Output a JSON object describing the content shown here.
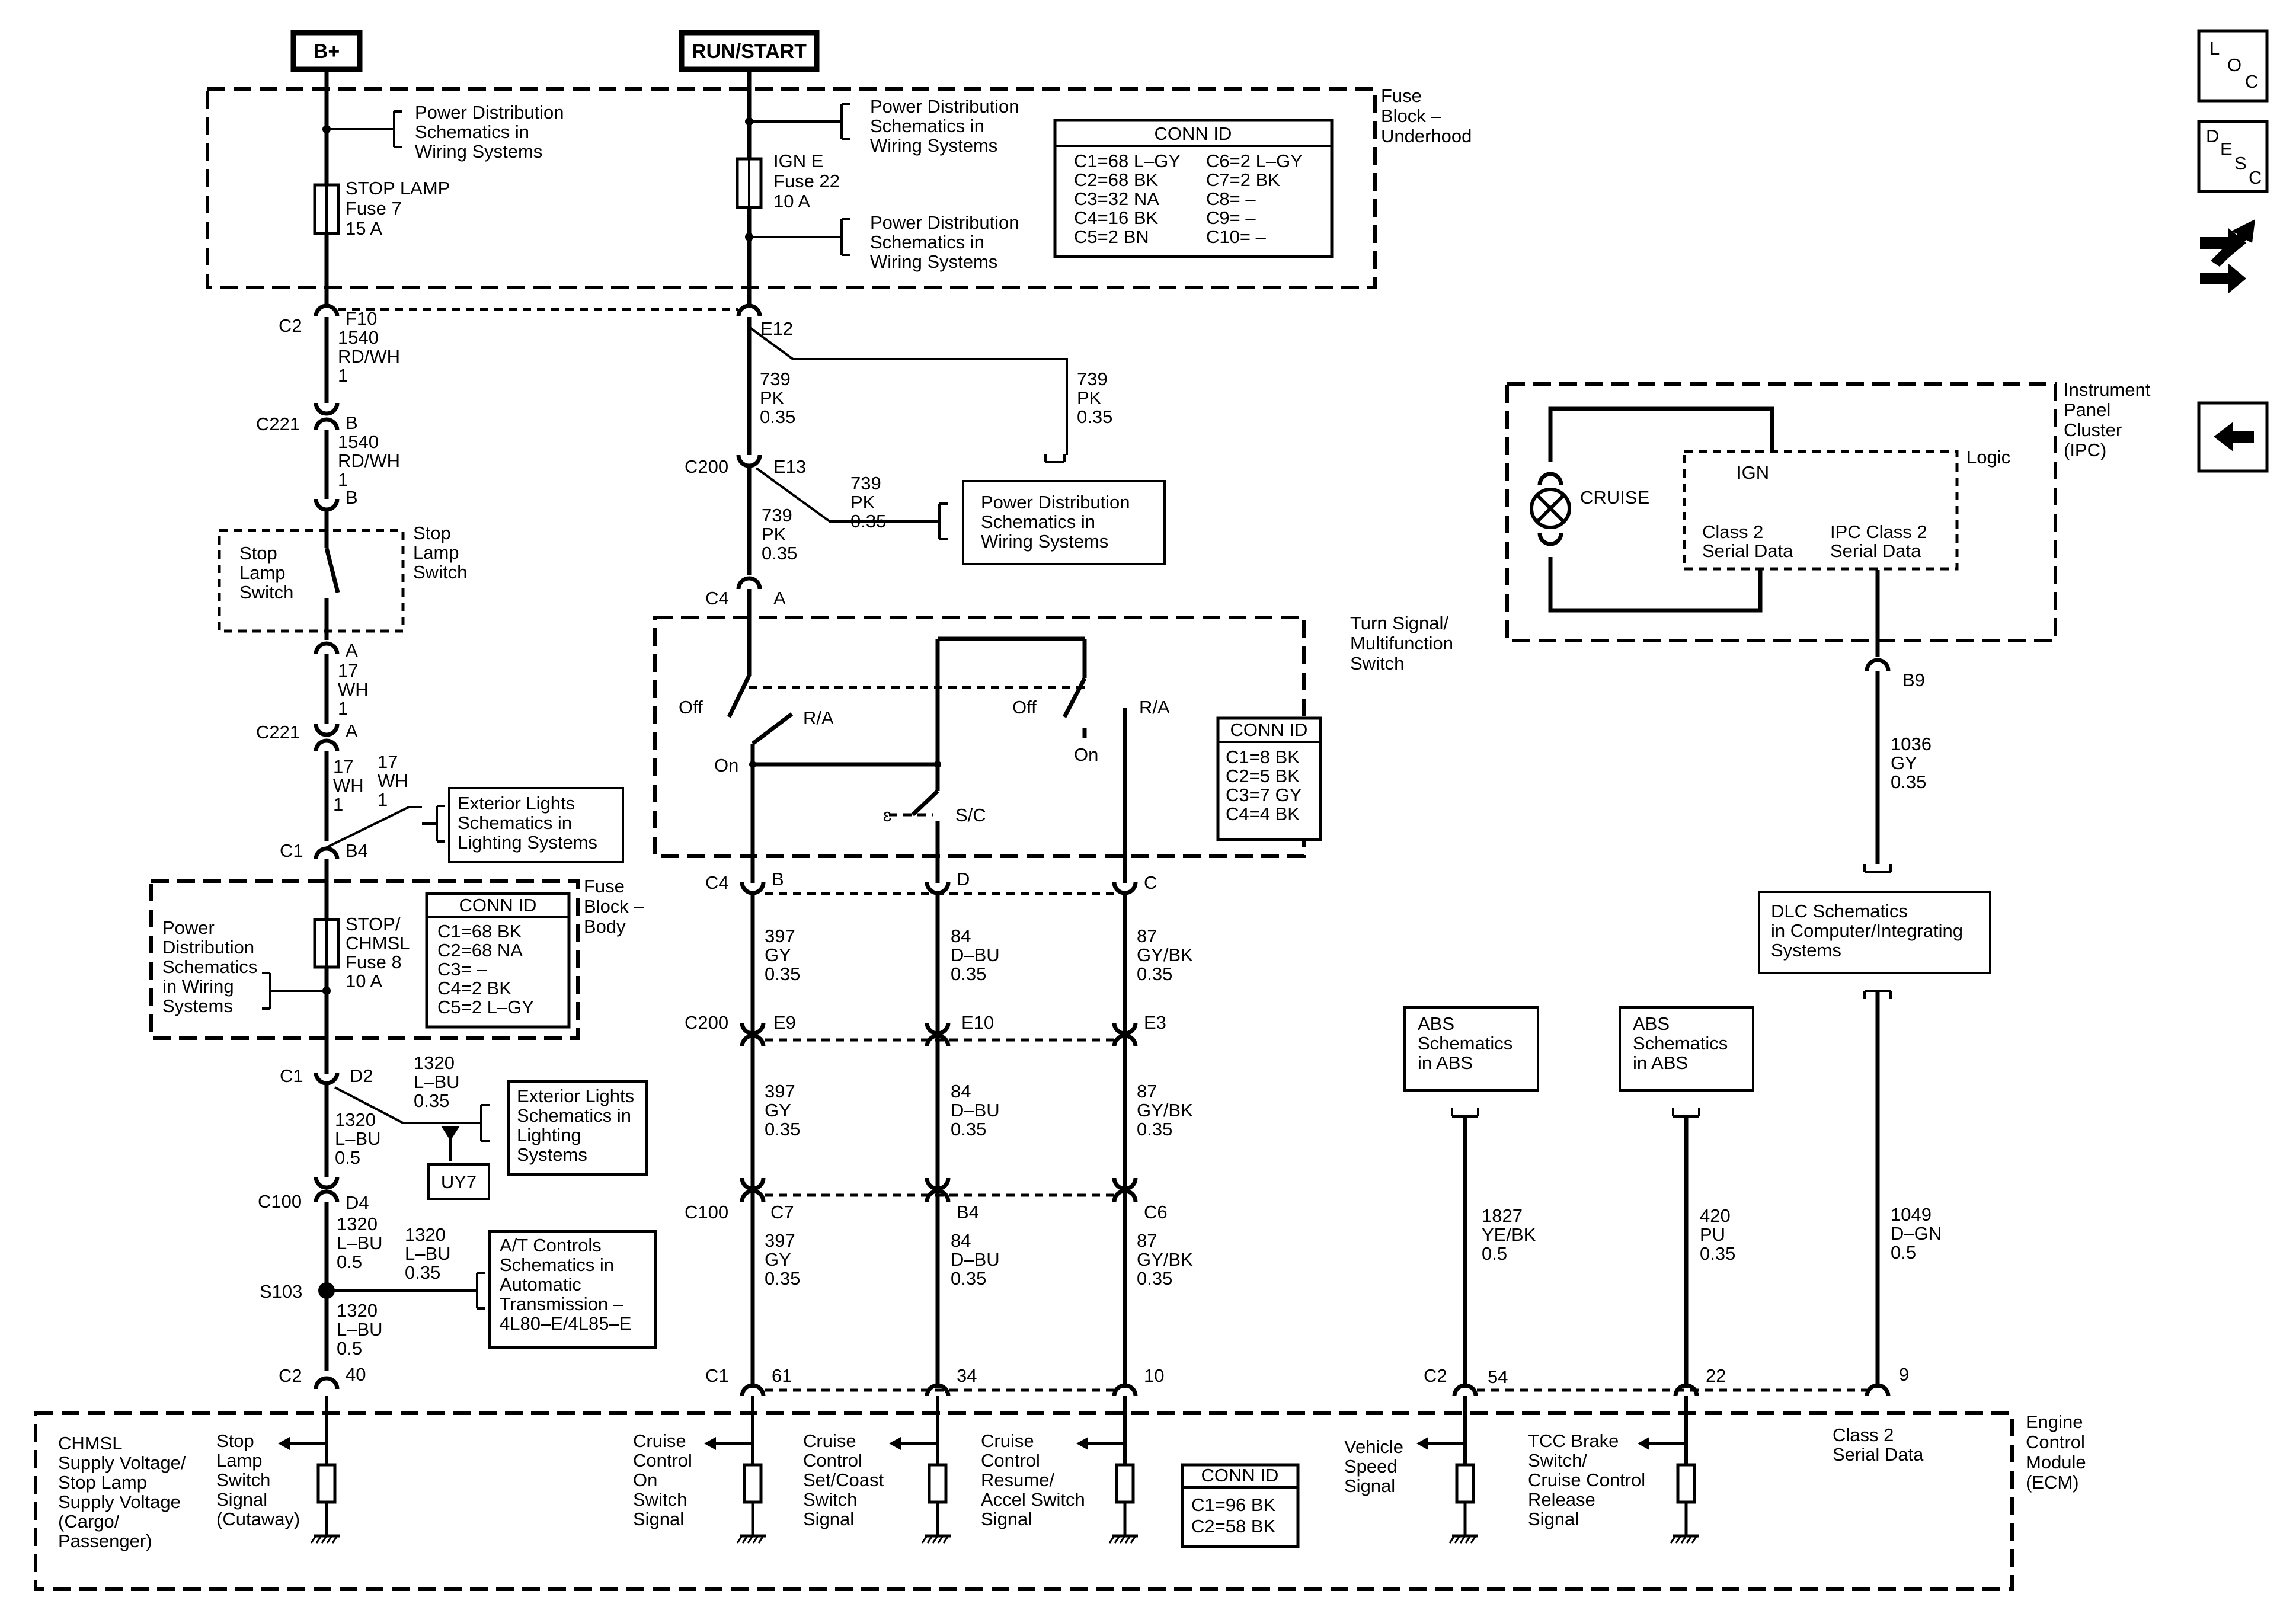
{
  "power_sources": {
    "battery": "B+",
    "ignition": "RUN/START"
  },
  "fuse_block_underhood": {
    "title_lines": [
      "Fuse",
      "Block –",
      "Underhood"
    ],
    "pd_ref_lines": [
      "Power Distribution",
      "Schematics in",
      "Wiring Systems"
    ],
    "pd_ref2_lines": [
      "Power Distribution",
      "Schematics in",
      "Wiring  Systems"
    ],
    "stop_fuse_lines": [
      "STOP LAMP",
      "Fuse 7",
      "15 A"
    ],
    "ign_fuse_lines": [
      "IGN E",
      "Fuse 22",
      "10 A"
    ],
    "conn_id": {
      "title": "CONN ID",
      "left": [
        "C1=68 L–GY",
        "C2=68 BK",
        "C3=32 NA",
        "C4=16 BK",
        "C5=2 BN"
      ],
      "right": [
        "C6=2 L–GY",
        "C7=2 BK",
        "C8= –",
        "C9= –",
        "C10= –"
      ]
    }
  },
  "stop_circuit": {
    "c2_top": "C2",
    "f10": "F10",
    "wire_1540": [
      "1540",
      "RD/WH",
      "1"
    ],
    "c221": "C221",
    "pin_b": "B",
    "wire_1540b": [
      "1540",
      "RD/WH",
      "1"
    ],
    "pin_b2": "B",
    "switch_box_lines": [
      "Stop",
      "Lamp",
      "Switch"
    ],
    "switch_label_lines": [
      "Stop",
      "Lamp",
      "Switch"
    ],
    "pin_a": "A",
    "wire_17": [
      "17",
      "WH",
      "1"
    ],
    "c221b": "C221",
    "pin_a2": "A",
    "wire_17b": [
      "17",
      "WH",
      "1"
    ],
    "wire_17c": [
      "17",
      "WH",
      "1"
    ],
    "ext_lights_lines": [
      "Exterior Lights",
      "Schematics in",
      "Lighting Systems"
    ],
    "c1": "C1",
    "pin_b4": "B4"
  },
  "fuse_block_body": {
    "title_lines": [
      "Fuse",
      "Block –",
      "Body"
    ],
    "pd_lines": [
      "Power",
      "Distribution",
      "Schematics",
      "in Wiring",
      "Systems"
    ],
    "fuse_lines": [
      "STOP/",
      "CHMSL",
      "Fuse 8",
      "10 A"
    ],
    "conn_id": {
      "title": "CONN ID",
      "rows": [
        "C1=68 BK",
        "C2=68 NA",
        "C3= –",
        "C4=2 BK",
        "C5=2 L–GY"
      ]
    }
  },
  "chmsl_circuit": {
    "c1": "C1",
    "pin_d2": "D2",
    "wire_1320a": [
      "1320",
      "L–BU",
      "0.35"
    ],
    "ext_lights2_lines": [
      "Exterior Lights",
      "Schematics in",
      "Lighting",
      "Systems"
    ],
    "wire_1320b": [
      "1320",
      "L–BU",
      "0.5"
    ],
    "option": "UY7",
    "c100": "C100",
    "pin_d4": "D4",
    "wire_1320c": [
      "1320",
      "L–BU",
      "0.5"
    ],
    "wire_1320d": [
      "1320",
      "L–BU",
      "0.35"
    ],
    "at_lines": [
      "A/T Controls",
      "Schematics in",
      "Automatic",
      "Transmission –",
      "4L80–E/4L85–E"
    ],
    "s103": "S103",
    "wire_1320e": [
      "1320",
      "L–BU",
      "0.5"
    ],
    "c2": "C2",
    "pin_40": "40"
  },
  "ign_circuit": {
    "e12": "E12",
    "wire_739a": [
      "739",
      "PK",
      "0.35"
    ],
    "wire_739b": [
      "739",
      "PK",
      "0.35"
    ],
    "c200": "C200",
    "e13": "E13",
    "wire_739c": [
      "739",
      "PK",
      "0.35"
    ],
    "pd_box_lines": [
      "Power Distribution",
      "Schematics in",
      "Wiring Systems"
    ],
    "wire_739d": [
      "739",
      "PK",
      "0.35"
    ],
    "c4": "C4",
    "pin_a": "A"
  },
  "turn_signal_switch": {
    "title_lines": [
      "Turn Signal/",
      "Multifunction",
      "Switch"
    ],
    "off1": "Off",
    "ra1": "R/A",
    "on1": "On",
    "sc": "S/C",
    "off2": "Off",
    "on2": "On",
    "ra2": "R/A",
    "conn_id": {
      "title": "CONN ID",
      "rows": [
        "C1=8 BK",
        "C2=5 BK",
        "C3=7 GY",
        "C4=4 BK"
      ]
    }
  },
  "cruise_wires": {
    "c4": "C4",
    "c4_pins": [
      "B",
      "D",
      "C"
    ],
    "w1": [
      [
        "397",
        "GY",
        "0.35"
      ],
      [
        "84",
        "D–BU",
        "0.35"
      ],
      [
        "87",
        "GY/BK",
        "0.35"
      ]
    ],
    "c200": "C200",
    "c200_pins": [
      "E9",
      "E10",
      "E3"
    ],
    "w2": [
      [
        "397",
        "GY",
        "0.35"
      ],
      [
        "84",
        "D–BU",
        "0.35"
      ],
      [
        "87",
        "GY/BK",
        "0.35"
      ]
    ],
    "c100": "C100",
    "c100_pins": [
      "C7",
      "B4",
      "C6"
    ],
    "w3": [
      [
        "397",
        "GY",
        "0.35"
      ],
      [
        "84",
        "D–BU",
        "0.35"
      ],
      [
        "87",
        "GY/BK",
        "0.35"
      ]
    ],
    "c1": "C1",
    "c1_pins": [
      "61",
      "34",
      "10"
    ]
  },
  "ipc": {
    "title_lines": [
      "Instrument",
      "Panel",
      "Cluster",
      "(IPC)"
    ],
    "cruise": "CRUISE",
    "logic": "Logic",
    "ign": "IGN",
    "class2_lines": [
      "Class 2",
      "Serial Data"
    ],
    "ipc_class2_lines": [
      "IPC Class 2",
      "Serial Data"
    ],
    "pin_b9": "B9",
    "wire_1036": [
      "1036",
      "GY",
      "0.35"
    ],
    "dlc_lines": [
      "DLC Schematics",
      "in Computer/Integrating",
      "Systems"
    ],
    "wire_1049": [
      "1049",
      "D–GN",
      "0.5"
    ]
  },
  "abs": {
    "abs1_lines": [
      "ABS",
      "Schematics",
      "in ABS"
    ],
    "abs2_lines": [
      "ABS",
      "Schematics",
      "in ABS"
    ],
    "wire_1827": [
      "1827",
      "YE/BK",
      "0.5"
    ],
    "wire_420": [
      "420",
      "PU",
      "0.35"
    ],
    "c2": "C2",
    "pins": [
      "54",
      "22",
      "9"
    ]
  },
  "ecm": {
    "title_lines": [
      "Engine",
      "Control",
      "Module",
      "(ECM)"
    ],
    "chmsl_lines": [
      "CHMSL",
      "Supply Voltage/",
      "Stop Lamp",
      "Supply Voltage",
      "(Cargo/",
      "Passenger)"
    ],
    "stop_sig_lines": [
      "Stop",
      "Lamp",
      "Switch",
      "Signal",
      "(Cutaway)"
    ],
    "cruise_on_lines": [
      "Cruise",
      "Control",
      "On",
      "Switch",
      "Signal"
    ],
    "cruise_set_lines": [
      "Cruise",
      "Control",
      "Set/Coast",
      "Switch",
      "Signal"
    ],
    "cruise_res_lines": [
      "Cruise",
      "Control",
      "Resume/",
      "Accel Switch",
      "Signal"
    ],
    "conn_id": {
      "title": "CONN ID",
      "rows": [
        "C1=96 BK",
        "C2=58 BK"
      ]
    },
    "vss_lines": [
      "Vehicle",
      "Speed",
      "Signal"
    ],
    "tcc_lines": [
      "TCC Brake",
      "Switch/",
      "Cruise Control",
      "Release",
      "Signal"
    ],
    "class2_lines": [
      "Class 2",
      "Serial Data"
    ]
  },
  "nav_icons": {
    "loc": [
      "L",
      "O",
      "C"
    ],
    "desc": [
      "D",
      "E",
      "S",
      "C"
    ],
    "tools_icon": "wrench-arrows-icon",
    "back_icon": "left-arrow-icon"
  }
}
